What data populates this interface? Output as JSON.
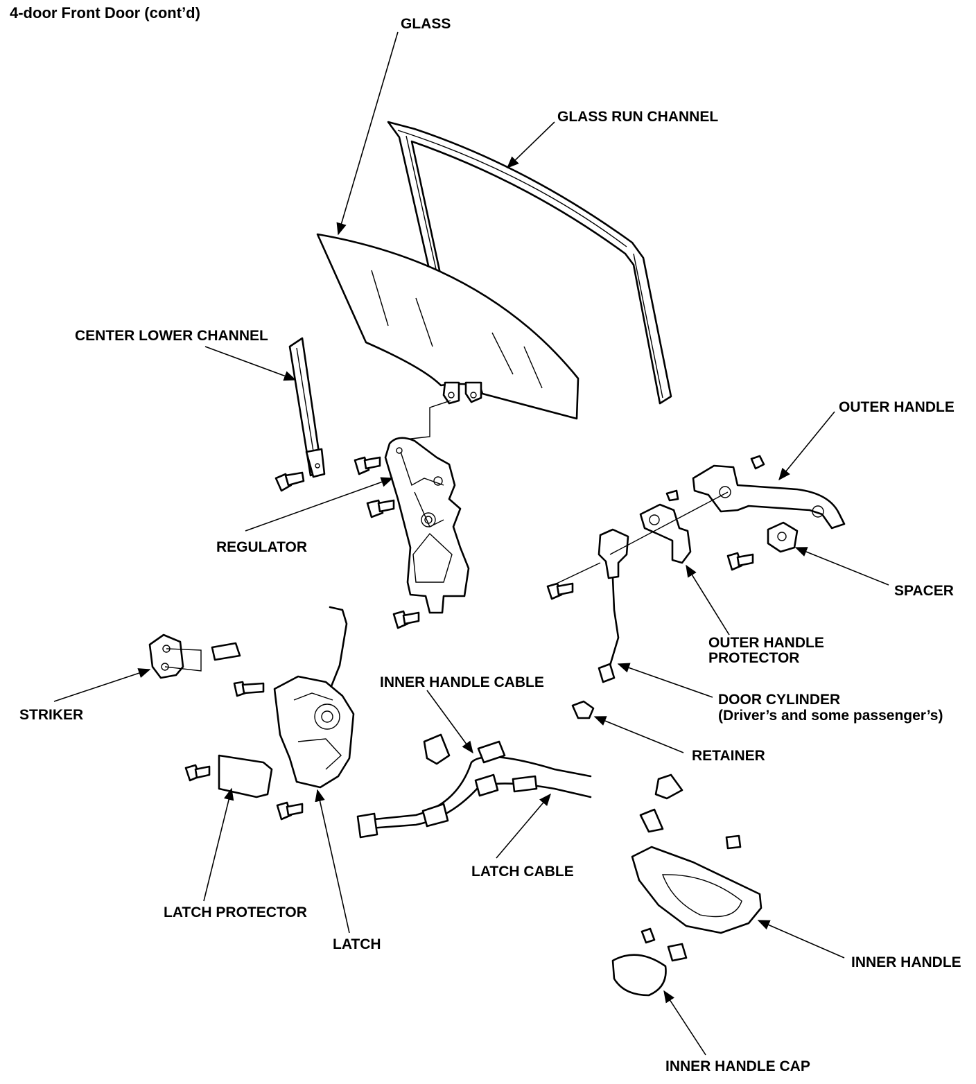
{
  "page": {
    "title": "4-door Front Door (cont’d)"
  },
  "labels": {
    "glass": "GLASS",
    "glass_run_channel": "GLASS RUN CHANNEL",
    "center_lower_channel": "CENTER LOWER CHANNEL",
    "outer_handle": "OUTER HANDLE",
    "regulator": "REGULATOR",
    "spacer": "SPACER",
    "outer_handle_protector_1": "OUTER HANDLE",
    "outer_handle_protector_2": "PROTECTOR",
    "inner_handle_cable": "INNER HANDLE CABLE",
    "door_cylinder_1": "DOOR CYLINDER",
    "door_cylinder_2": "(Driver’s and some passenger’s)",
    "striker": "STRIKER",
    "retainer": "RETAINER",
    "latch_cable": "LATCH CABLE",
    "latch_protector": "LATCH PROTECTOR",
    "latch": "LATCH",
    "inner_handle": "INNER HANDLE",
    "inner_handle_cap": "INNER HANDLE CAP"
  }
}
